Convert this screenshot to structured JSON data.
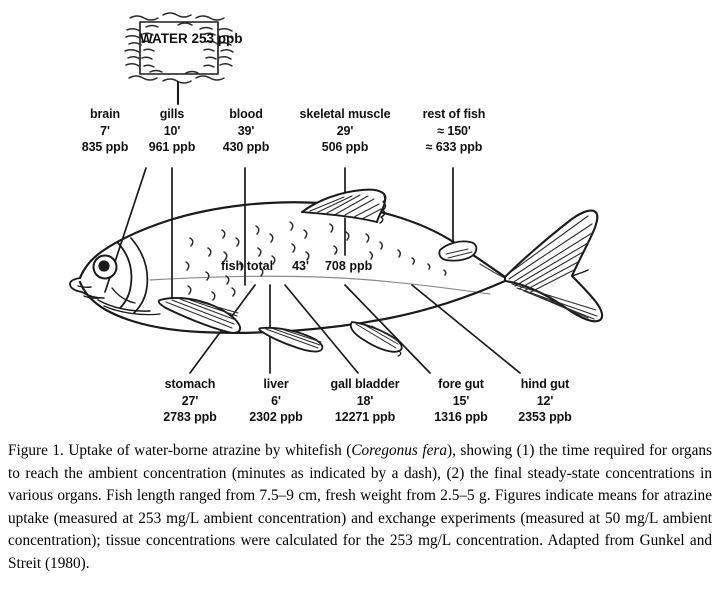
{
  "figure": {
    "caption_label": "Figure 1.",
    "caption_part1": " Uptake of water-borne atrazine by whitefish (",
    "caption_species": "Coregonus fera",
    "caption_part2": "), showing (1) the time required for organs to reach the ambient concentration (minutes as indicated by a dash), (2) the final steady-state concentrations in various organs. Fish length ranged from 7.5–9 cm, fresh weight from 2.5–5 g. Figures indicate means for atrazine uptake (measured at 253 mg/L ambient concentration) and exchange experiments (measured at 50 mg/L ambient concentration); tissue concentrations were calculated for the 253 mg/L concentration. Adapted from Gunkel and Streit (1980)."
  },
  "water_box": {
    "title": "WATER",
    "concentration": "253 ppb"
  },
  "fish_total": {
    "label": "fish total",
    "time": "43'",
    "concentration": "708 ppb"
  },
  "organs_top": [
    {
      "name": "brain",
      "time": "7'",
      "concentration": "835 ppb"
    },
    {
      "name": "gills",
      "time": "10'",
      "concentration": "961 ppb"
    },
    {
      "name": "blood",
      "time": "39'",
      "concentration": "430 ppb"
    },
    {
      "name": "skeletal muscle",
      "time": "29'",
      "concentration": "506 ppb"
    },
    {
      "name": "rest of fish",
      "time": "≈ 150'",
      "concentration": "≈ 633 ppb"
    }
  ],
  "organs_bottom": [
    {
      "name": "stomach",
      "time": "27'",
      "concentration": "2783 ppb"
    },
    {
      "name": "liver",
      "time": "6'",
      "concentration": "2302 ppb"
    },
    {
      "name": "gall bladder",
      "time": "18'",
      "concentration": "12271 ppb"
    },
    {
      "name": "fore gut",
      "time": "15'",
      "concentration": "1316 ppb"
    },
    {
      "name": "hind gut",
      "time": "12'",
      "concentration": "2353 ppb"
    }
  ],
  "colors": {
    "ink": "#1a1a1a",
    "background": "#ffffff"
  }
}
